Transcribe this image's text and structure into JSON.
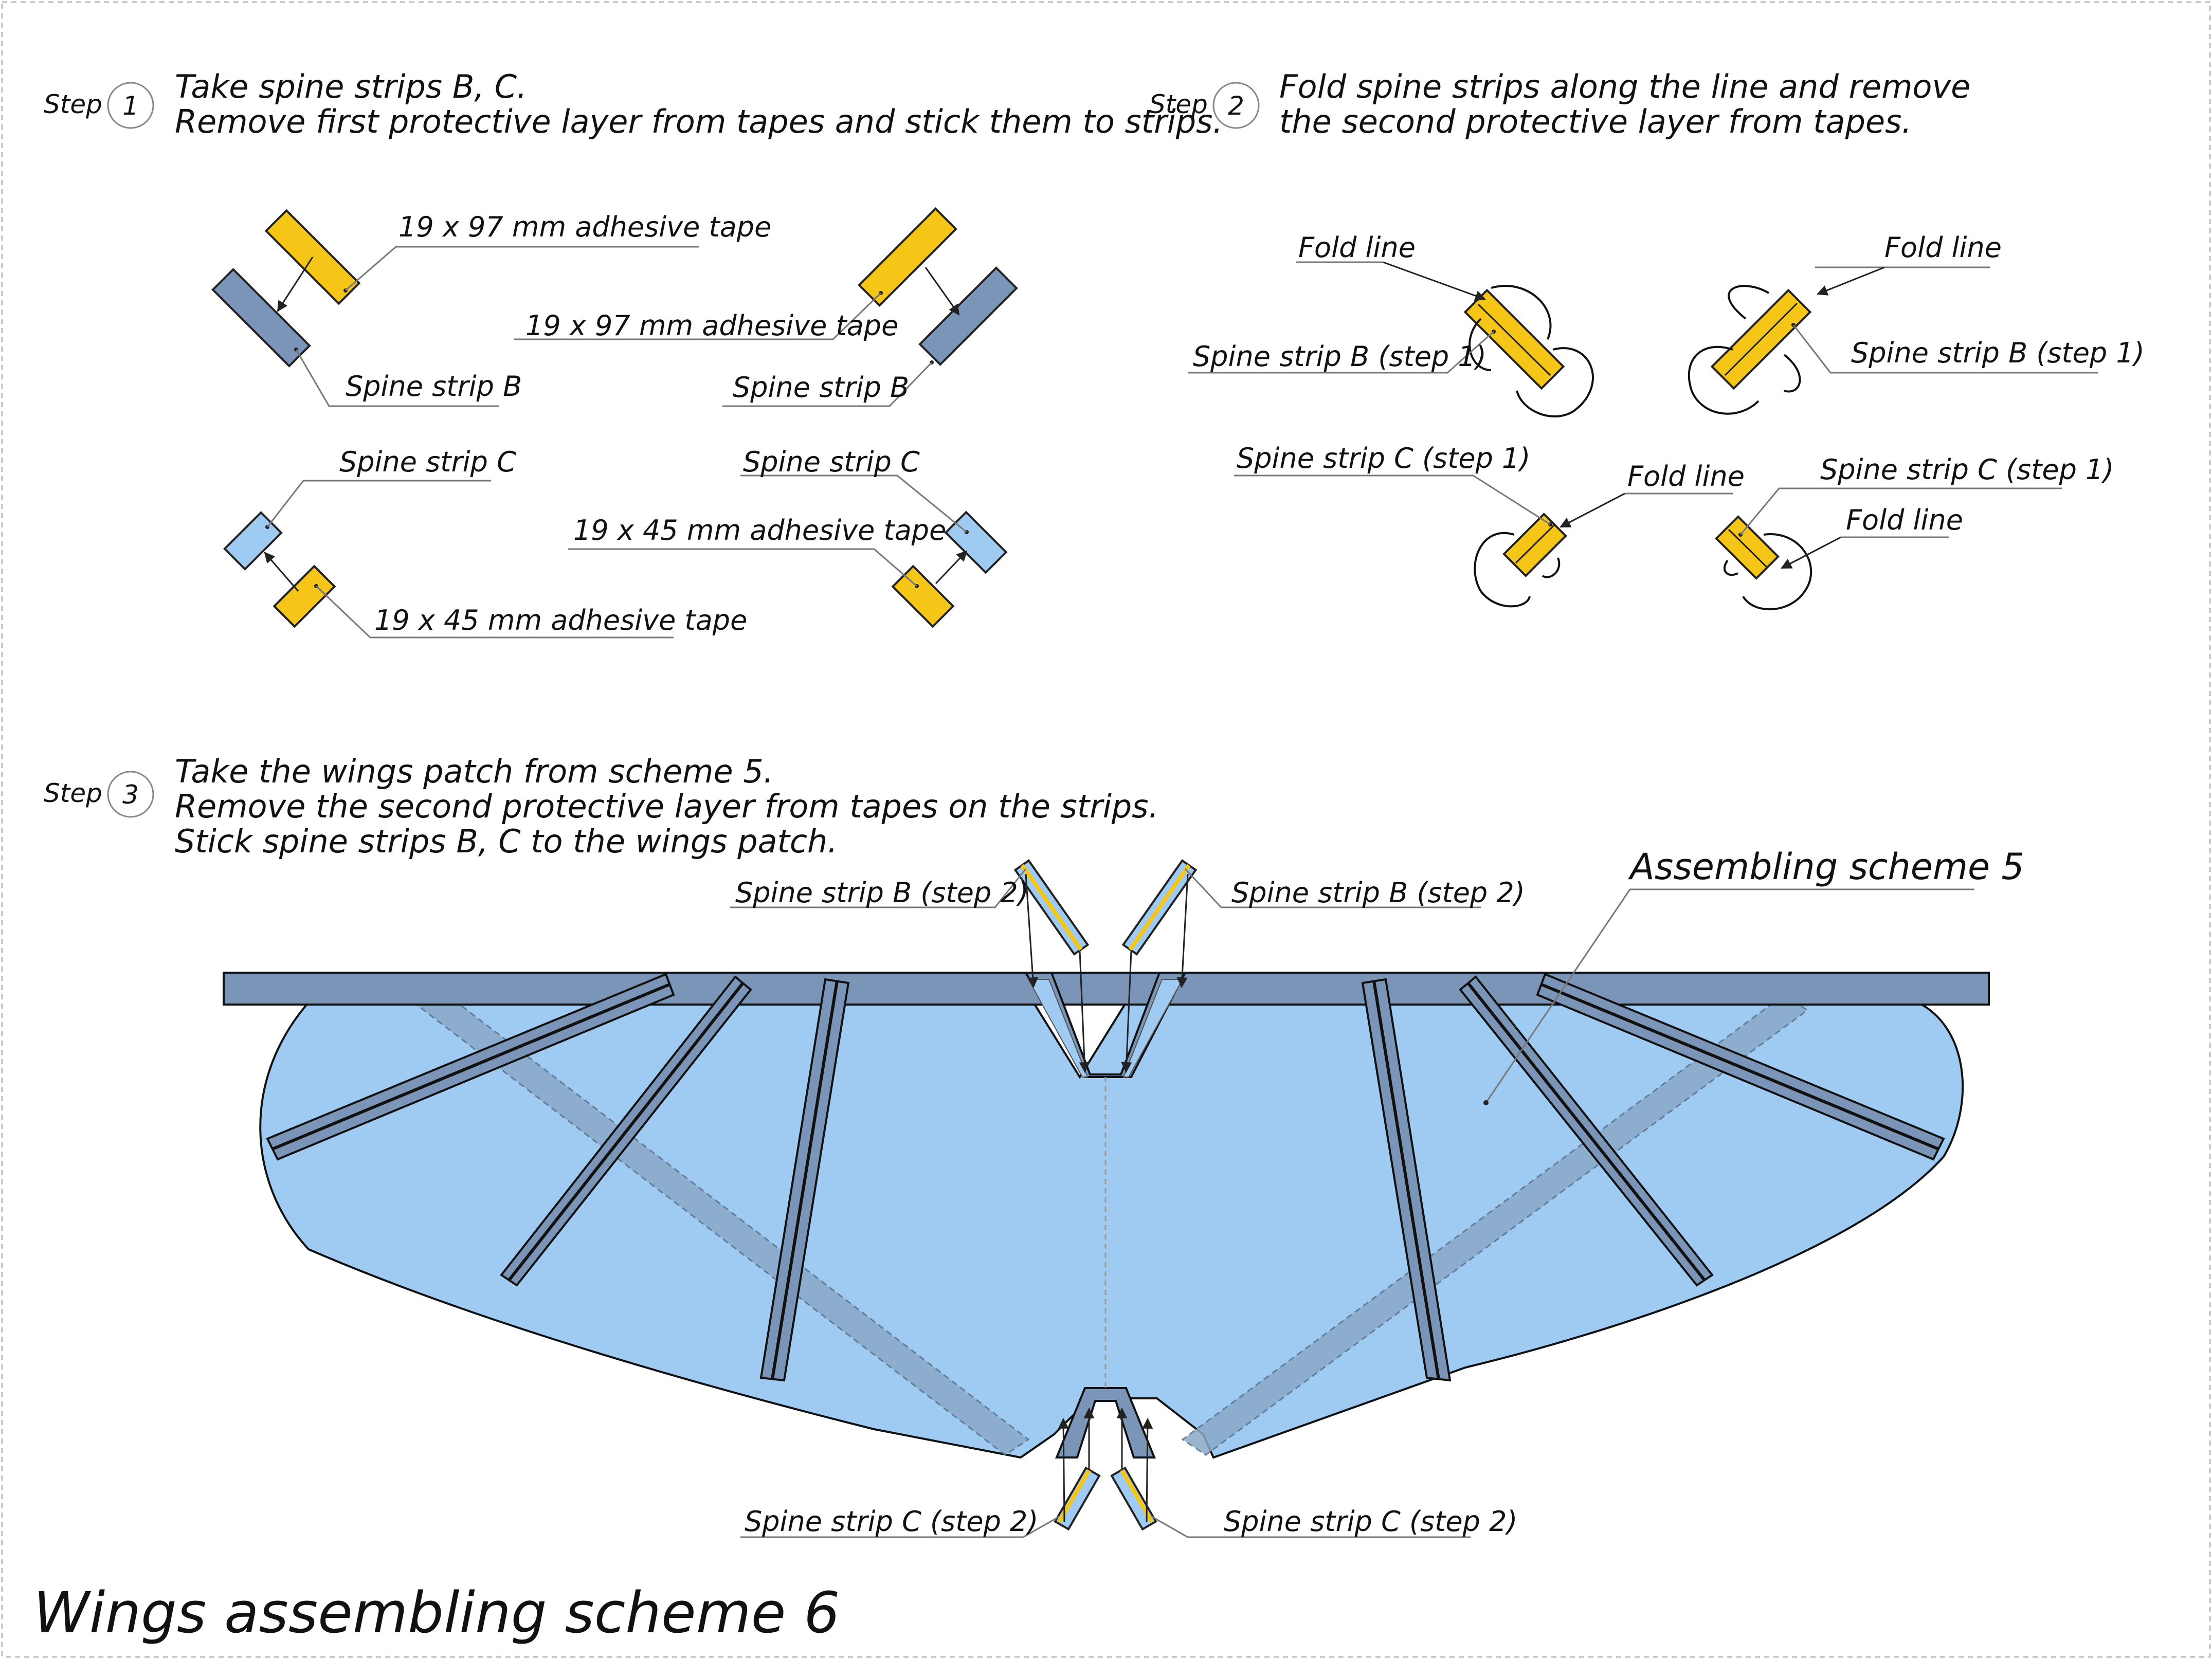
{
  "title": "Wings assembling scheme 6",
  "step_word": "Step",
  "steps": [
    {
      "number": "1",
      "lines": [
        "Take spine strips B, C.",
        "Remove first protective layer from tapes and stick them to strips."
      ]
    },
    {
      "number": "2",
      "lines": [
        "Fold spine strips along the line and remove",
        "the second protective layer from tapes."
      ]
    },
    {
      "number": "3",
      "lines": [
        "Take the wings patch from scheme 5.",
        "Remove the second protective layer from tapes on the strips.",
        "Stick spine strips B, C to the wings patch."
      ]
    }
  ],
  "labels": {
    "tape_97": "19 x 97 mm adhesive tape",
    "tape_45": "19 x 45 mm adhesive tape",
    "spine_b": "Spine strip B",
    "spine_c": "Spine strip C",
    "fold_line": "Fold line",
    "spine_b_step1": "Spine strip B (step 1)",
    "spine_c_step1": "Spine strip C (step 1)",
    "spine_b_step2": "Spine strip B (step 2)",
    "spine_c_step2": "Spine strip C (step 2)",
    "assembling_scheme_5": "Assembling scheme 5"
  },
  "colors": {
    "tape": "#f5c518",
    "spine_strip_b": "#7b95b8",
    "spine_strip_c": "#9fcbf2",
    "wing_patch": "#9fcbf2",
    "wing_bar": "#7b95b8",
    "outline": "#222222"
  }
}
